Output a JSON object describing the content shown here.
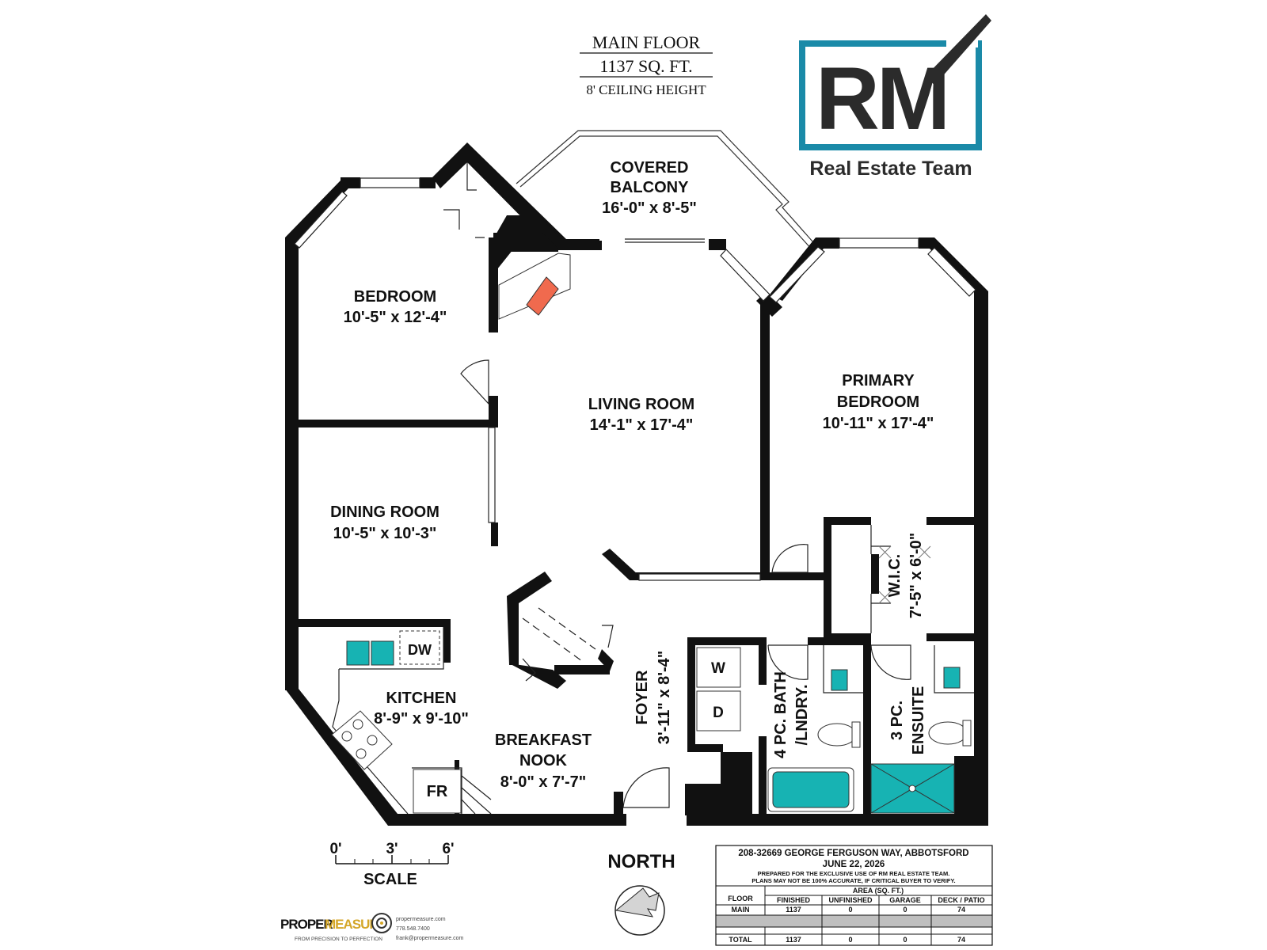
{
  "header": {
    "floor_name": "MAIN FLOOR",
    "area": "1137 SQ. FT.",
    "ceiling": "8' CEILING HEIGHT"
  },
  "logo": {
    "letters": "RM",
    "tagline": "Real Estate Team",
    "accent_color": "#1a8aa8"
  },
  "rooms": {
    "balcony": {
      "name1": "COVERED",
      "name2": "BALCONY",
      "size": "16'-0\" x 8'-5\""
    },
    "bedroom": {
      "name": "BEDROOM",
      "size": "10'-5\" x 12'-4\""
    },
    "living": {
      "name": "LIVING ROOM",
      "size": "14'-1\" x 17'-4\""
    },
    "primary": {
      "name1": "PRIMARY",
      "name2": "BEDROOM",
      "size": "10'-11\" x 17'-4\""
    },
    "dining": {
      "name": "DINING ROOM",
      "size": "10'-5\" x 10'-3\""
    },
    "wic": {
      "name": "W.I.C.",
      "size": "7'-5\" x 6'-0\""
    },
    "kitchen": {
      "name": "KITCHEN",
      "size": "8'-9\" x 9'-10\""
    },
    "nook": {
      "name1": "BREAKFAST",
      "name2": "NOOK",
      "size": "8'-0\" x 7'-7\""
    },
    "foyer": {
      "name": "FOYER",
      "size": "3'-11\" x 8'-4\""
    },
    "bath": {
      "name": "4 PC. BATH",
      "name2": "/LNDRY."
    },
    "ensuite": {
      "name": "3 PC.",
      "name2": "ENSUITE"
    }
  },
  "appliances": {
    "dw": "DW",
    "fr": "FR",
    "washer": "W",
    "dryer": "D"
  },
  "colors": {
    "fixture": "#17b3b3",
    "fireplace": "#f06a4e",
    "wall": "#111111"
  },
  "scale": {
    "ticks": [
      "0'",
      "3'",
      "6'"
    ],
    "label": "SCALE"
  },
  "north": {
    "label": "NORTH"
  },
  "credit": {
    "brand1": "PROPER",
    "brand2": "MEASURE",
    "tagline": "FROM PRECISION TO PERFECTION",
    "site": "propermeasure.com",
    "phone": "778.548.7400",
    "email": "frank@propermeasure.com"
  },
  "info": {
    "address": "208-32669 GEORGE FERGUSON WAY, ABBOTSFORD",
    "date": "JUNE 22, 2026",
    "note1": "PREPARED FOR THE EXCLUSIVE USE OF RM REAL ESTATE TEAM.",
    "note2": "PLANS MAY NOT BE 100% ACCURATE, IF CRITICAL BUYER TO VERIFY.",
    "floor_header": "FLOOR",
    "area_header": "AREA (SQ. FT.)",
    "columns": [
      "FINISHED",
      "UNFINISHED",
      "GARAGE",
      "DECK / PATIO"
    ],
    "rows": [
      {
        "label": "MAIN",
        "values": [
          "1137",
          "0",
          "0",
          "74"
        ]
      },
      {
        "label": "TOTAL",
        "values": [
          "1137",
          "0",
          "0",
          "74"
        ]
      }
    ]
  }
}
